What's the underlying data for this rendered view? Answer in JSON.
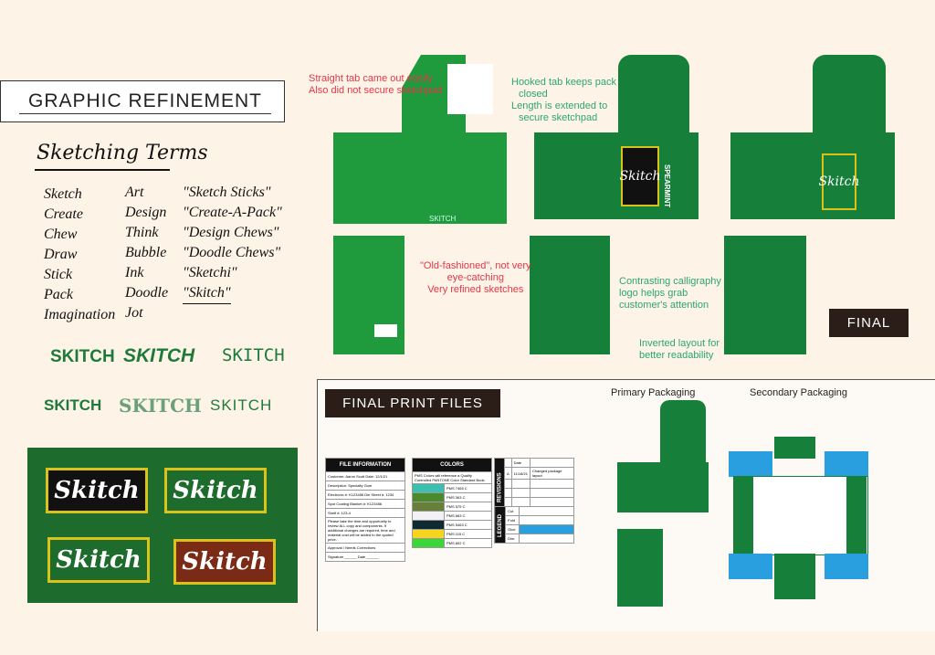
{
  "title": "GRAPHIC REFINEMENT",
  "sketching": {
    "heading": "Sketching Terms",
    "col1": [
      "Sketch",
      "Create",
      "Chew",
      "Draw",
      "Stick",
      "Pack",
      "Imagination"
    ],
    "col2": [
      "Art",
      "Design",
      "Think",
      "Bubble",
      "Ink",
      "Doodle",
      "Jot"
    ],
    "col3": [
      "\"Sketch Sticks\"",
      "\"Create-A-Pack\"",
      "\"Design Chews\"",
      "\"Doodle Chews\"",
      "\"Sketchi\"",
      "\"Skitch\""
    ]
  },
  "logo_variants": [
    "SKITCH",
    "SKITCH",
    "SKITCH",
    "SKITCH",
    "SKITCH",
    "SKITCH"
  ],
  "logo_panel": [
    "Skitch",
    "Skitch",
    "Skitch",
    "Skitch"
  ],
  "annotations": {
    "straight_tab": [
      "Straight tab came out easily",
      "Also did not secure sketchpad"
    ],
    "old_fashioned": [
      "\"Old-fashioned\", not very",
      "eye-catching",
      "Very refined sketches"
    ],
    "hooked_tab": [
      "Hooked tab keeps pack",
      "closed",
      "Length is extended to",
      "secure sketchpad"
    ],
    "calligraphy": [
      "Contrasting calligraphy",
      "logo helps grab",
      "customer's attention"
    ],
    "inverted": [
      "Inverted layout for",
      "better readability"
    ]
  },
  "package_text": {
    "brand": "Skitch",
    "flavor": "SPEARMINT",
    "old_brand": "SKITCH"
  },
  "final_label": "FINAL",
  "print_files": {
    "title": "FINAL PRINT FILES",
    "primary": "Primary Packaging",
    "secondary": "Secondary Packaging",
    "file_info": {
      "header": "FILE INFORMATION",
      "rows": [
        "Customer: Aaron Scott    Date: 12/1/21",
        "Description: Specialty Gum",
        "Electronic #: K123456    Die Sheet #: 1234",
        "Spot Coating Blanket #: K123456",
        "Shelf #: 123-4",
        "Please take the time and opportunity to review ALL copy and components. If additional changes are required, time and material cost will be added to the quoted price.",
        "Approval / Needs Corrections",
        "Signature ______ Date ______"
      ]
    },
    "colors": {
      "header": "COLORS",
      "note": "PMS Colors will reference a Quality Controlled PANTONE Color Standard Book.",
      "items": [
        {
          "name": "PMS 7465 C",
          "hex": "#3cbfae"
        },
        {
          "name": "PMS 363 C",
          "hex": "#4a8a2c"
        },
        {
          "name": "PMS 575 C",
          "hex": "#66803a"
        },
        {
          "name": "PMS 663 C",
          "hex": "#f4f1f6"
        },
        {
          "name": "PMS 5463 C",
          "hex": "#0f2a30"
        },
        {
          "name": "PMS 115 C",
          "hex": "#f7d51d"
        },
        {
          "name": "PMS 802 C",
          "hex": "#3dd63a"
        }
      ]
    },
    "revisions": {
      "label": "REVISIONS",
      "date_header": "Date",
      "rows": [
        {
          "rev": "A",
          "date": "11/18/21",
          "desc": "Changed package layout."
        }
      ]
    },
    "legend": {
      "label": "LEGEND",
      "items": [
        "Cut",
        "Fold",
        "Glue",
        "Dim."
      ]
    }
  }
}
